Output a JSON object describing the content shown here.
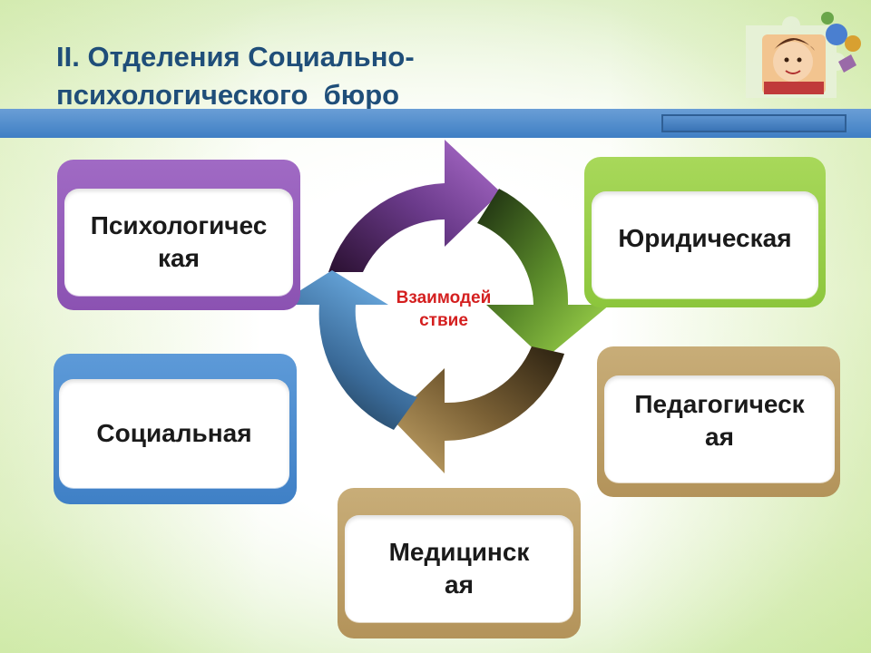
{
  "slide": {
    "title_lines": [
      "II. Отделения Социально-",
      "психологического  бюро"
    ]
  },
  "diagram": {
    "center_lines": [
      "Взаимодей",
      "ствие"
    ],
    "departments": {
      "psychological": {
        "lines": [
          "Психологичес",
          "кая"
        ],
        "color": "#8b52b2"
      },
      "legal": {
        "lines": [
          "Юридическая"
        ],
        "color": "#8cc63c"
      },
      "social": {
        "lines": [
          "Социальная"
        ],
        "color": "#3f80c6"
      },
      "pedagogical": {
        "lines": [
          "Педагогическ",
          "ая"
        ],
        "color": "#b3935a"
      },
      "medical": {
        "lines": [
          "Медицинск",
          "ая"
        ],
        "color": "#b3935a"
      }
    },
    "arrow_colors": [
      "#7a3f9c",
      "#8cc63c",
      "#8a7040",
      "#3f80c6"
    ]
  },
  "decor": {
    "puzzle_icon": "puzzle-photo-icon"
  }
}
